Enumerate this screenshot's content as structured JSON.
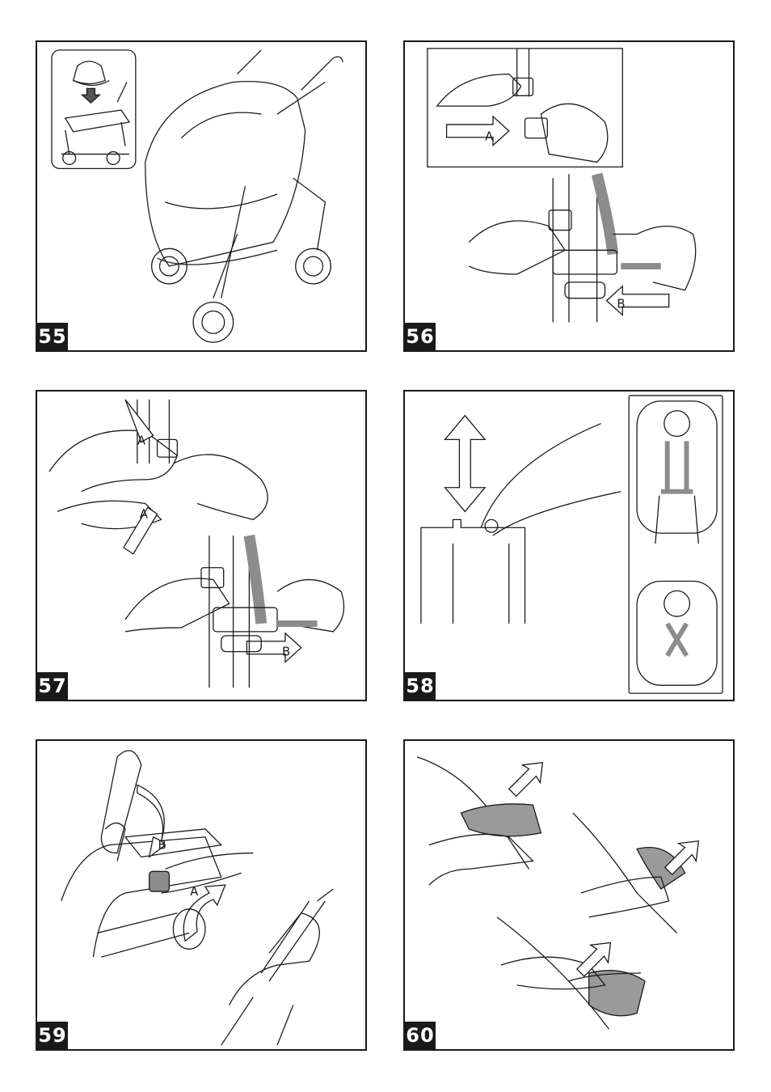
{
  "panels": [
    {
      "number": "55",
      "labels": []
    },
    {
      "number": "56",
      "labels": [
        "A",
        "B"
      ]
    },
    {
      "number": "57",
      "labels": [
        "A",
        "A",
        "B"
      ]
    },
    {
      "number": "58",
      "labels": []
    },
    {
      "number": "59",
      "labels": [
        "B",
        "A"
      ]
    },
    {
      "number": "60",
      "labels": []
    }
  ],
  "colors": {
    "ink": "#1a1a1a",
    "strap_gray": "#8c8c8c",
    "fill_gray": "#9a9a9a"
  }
}
